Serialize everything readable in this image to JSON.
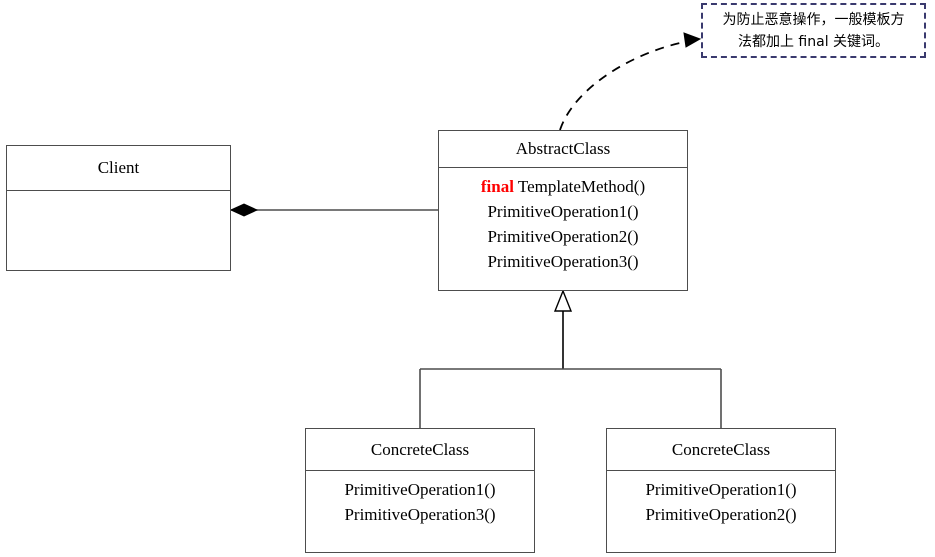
{
  "diagram": {
    "title_role": "template-method-pattern-uml",
    "colors": {
      "stroke": "#4d4d4d",
      "line": "#000000",
      "note_border": "#3a3a6e",
      "keyword": "#ff0000",
      "background": "#ffffff"
    }
  },
  "client": {
    "title": "Client",
    "members": []
  },
  "abstract_class": {
    "title": "AbstractClass",
    "members": [
      {
        "keyword": "final",
        "name": "TemplateMethod()"
      },
      {
        "keyword": "",
        "name": "PrimitiveOperation1()"
      },
      {
        "keyword": "",
        "name": "PrimitiveOperation2()"
      },
      {
        "keyword": "",
        "name": "PrimitiveOperation3()"
      }
    ]
  },
  "concrete_left": {
    "title": "ConcreteClass",
    "members": [
      "PrimitiveOperation1()",
      "PrimitiveOperation3()"
    ]
  },
  "concrete_right": {
    "title": "ConcreteClass",
    "members": [
      "PrimitiveOperation1()",
      "PrimitiveOperation2()"
    ]
  },
  "note": {
    "line1": "为防止恶意操作，一般模板方",
    "line2": "法都加上 final 关键词。"
  },
  "relations": {
    "composition_label": "",
    "generalization_label": "",
    "note_link_label": ""
  }
}
